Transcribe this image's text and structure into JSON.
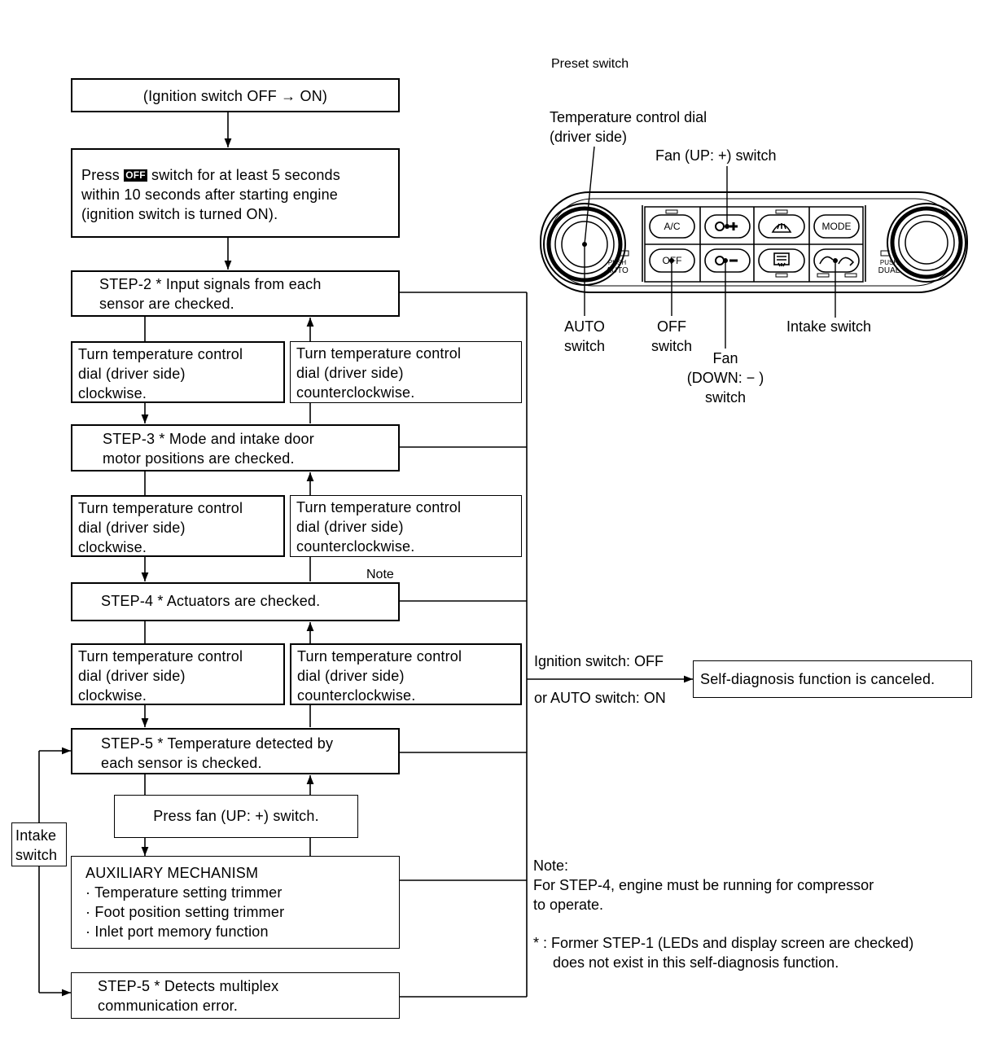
{
  "flow": {
    "start": "(Ignition switch OFF →  ON)",
    "press_prefix": "Press",
    "off_glyph": "OFF",
    "press_rest": "switch for at least 5 seconds",
    "press_l2": "within 10 seconds after starting engine",
    "press_l3": "(ignition switch is turned  ON).",
    "step2": [
      "STEP-2 * Input signals from each",
      "sensor are checked."
    ],
    "step3": [
      "STEP-3 * Mode and intake door",
      "motor positions are checked."
    ],
    "step4": "STEP-4 * Actuators are checked.",
    "step5": [
      "STEP-5 * Temperature detected by",
      "each sensor is checked."
    ],
    "step5b": [
      "STEP-5 * Detects multiplex",
      "communication error."
    ],
    "turn_cw": [
      "Turn temperature control",
      "dial (driver side)",
      "clockwise."
    ],
    "turn_ccw": [
      "Turn temperature control",
      "dial (driver side)",
      "counterclockwise."
    ],
    "note_tag": "Note",
    "fan_press": "Press fan (UP: +) switch.",
    "aux": [
      "AUXILIARY MECHANISM",
      "· Temperature setting trimmer",
      "· Foot position setting trimmer",
      "· Inlet port memory function"
    ],
    "intake": [
      "Intake",
      "switch"
    ]
  },
  "cancel": {
    "cond1": "Ignition switch: OFF",
    "cond2": "or AUTO switch: ON",
    "result": "Self-diagnosis function is canceled."
  },
  "notes": {
    "title": "Note:",
    "l1": "For STEP-4, engine must be running for compressor",
    "l2": "to operate.",
    "l3": "* : Former STEP-1 (LEDs and display screen are checked)",
    "l4": "does not exist in this self-diagnosis function."
  },
  "panel": {
    "title": "Preset switch",
    "temp_dial": [
      "Temperature control dial",
      "(driver side)"
    ],
    "fan_up": "Fan (UP: +) switch",
    "auto": [
      "AUTO",
      "switch"
    ],
    "off": [
      "OFF",
      "switch"
    ],
    "fan_down": [
      "Fan",
      "(DOWN: − )",
      "switch"
    ],
    "intake": "Intake switch",
    "keys": {
      "ac": "A/C",
      "mode": "MODE",
      "off": "OFF",
      "push_auto_1": "PUSH",
      "push_auto_2": "AUTO",
      "push_dual_1": "PUSH",
      "push_dual_2": "DUAL"
    },
    "icons": [
      "fan-up-icon",
      "defrost-icon",
      "fan-down-icon",
      "rear-defrost-icon",
      "intake-recirc-icon"
    ]
  }
}
